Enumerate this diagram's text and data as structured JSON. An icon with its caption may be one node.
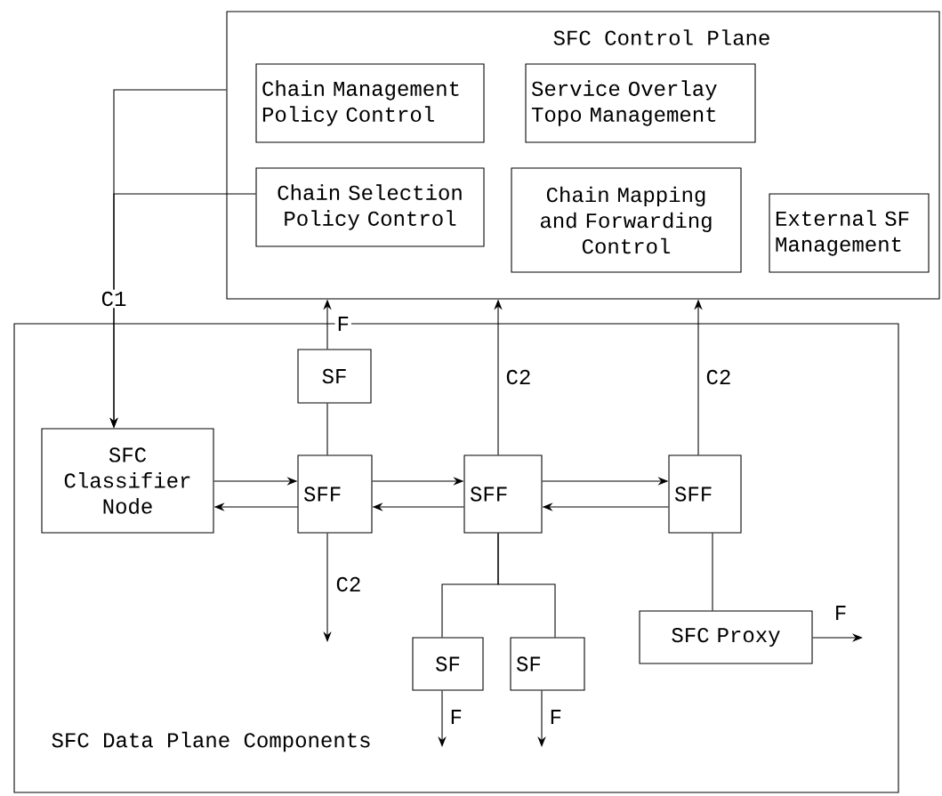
{
  "diagram": {
    "nodes": [
      {
        "text": [
          "SFC Control Plane"
        ]
      },
      {
        "text": [
          "Chain Management Policy Control"
        ],
        "in": 0
      },
      {
        "text": [
          "Service Overlay Topo Management"
        ],
        "in": 0
      },
      {
        "text": [
          "Chain Selection Policy Control"
        ],
        "in": 0
      },
      {
        "text": [
          "Chain Mapping and Forwarding Control"
        ],
        "in": 0
      },
      {
        "text": [
          "External SF Management"
        ],
        "in": 0
      },
      {
        "text": [
          "SFC Data Plane Components"
        ]
      },
      {
        "text": [
          "SF"
        ],
        "in": 6
      },
      {
        "text": [
          "SFC Classifier Node"
        ],
        "in": 6
      },
      {
        "text": [
          "SFF"
        ],
        "in": 6
      },
      {
        "text": [
          "SFF"
        ],
        "in": 6
      },
      {
        "text": [
          "SFF"
        ],
        "in": 6
      },
      {
        "text": [
          "SF"
        ],
        "in": 6
      },
      {
        "text": [
          "SF"
        ],
        "in": 6
      },
      {
        "text": [
          "SFC Proxy"
        ],
        "in": 6
      }
    ],
    "edges": [
      {
        "from": 0,
        "to": 8,
        "arrow": "to",
        "label": "C1"
      },
      {
        "from": 3,
        "to": 8,
        "arrow": "to"
      },
      {
        "from": 7,
        "to": 0,
        "arrow": "to",
        "label": "F"
      },
      {
        "from": 10,
        "to": 0,
        "arrow": "to",
        "label": "C2"
      },
      {
        "from": 11,
        "to": 0,
        "arrow": "to",
        "label": "C2"
      },
      {
        "from": 7,
        "to": 9,
        "arrow": "none"
      },
      {
        "from": 8,
        "to": 9,
        "arrow": "to"
      },
      {
        "from": 9,
        "to": 8,
        "arrow": "to"
      },
      {
        "from": 9,
        "to": 10,
        "arrow": "to"
      },
      {
        "from": 10,
        "to": 9,
        "arrow": "to"
      },
      {
        "from": 10,
        "to": 11,
        "arrow": "to"
      },
      {
        "from": 11,
        "to": 10,
        "arrow": "to"
      },
      {
        "from": 9,
        "to": null,
        "arrow": "to",
        "label": "C2"
      },
      {
        "from": 10,
        "to": 12,
        "arrow": "none"
      },
      {
        "from": 10,
        "to": 13,
        "arrow": "none"
      },
      {
        "from": 11,
        "to": 14,
        "arrow": "none"
      },
      {
        "from": 14,
        "to": null,
        "arrow": "to",
        "label": "F"
      },
      {
        "from": 12,
        "to": null,
        "arrow": "to",
        "label": "F"
      },
      {
        "from": 13,
        "to": null,
        "arrow": "to",
        "label": "F"
      }
    ]
  }
}
